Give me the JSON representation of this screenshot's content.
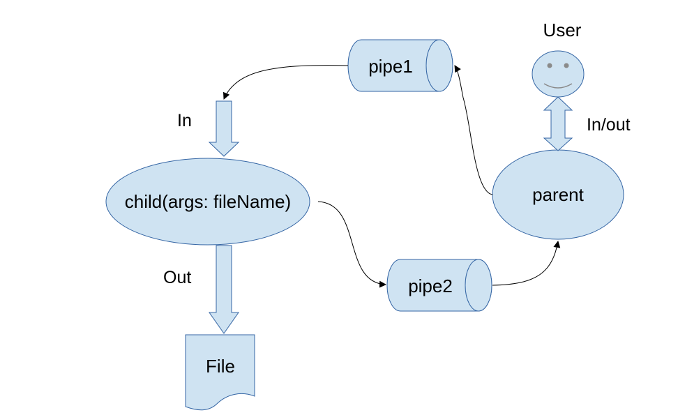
{
  "colors": {
    "shape_fill": "#cfe3f2",
    "shape_stroke": "#3465a4",
    "edge": "#000000",
    "face_feature": "#8a8a8a",
    "background": "#ffffff"
  },
  "nodes": {
    "pipe1": {
      "label": "pipe1",
      "shape": "cylinder"
    },
    "pipe2": {
      "label": "pipe2",
      "shape": "cylinder"
    },
    "child": {
      "label": "child(args: fileName)",
      "shape": "ellipse"
    },
    "parent": {
      "label": "parent",
      "shape": "ellipse"
    },
    "file": {
      "label": "File",
      "shape": "document"
    },
    "user": {
      "label": "User",
      "shape": "smiley-icon"
    }
  },
  "edge_labels": {
    "in": "In",
    "out": "Out",
    "in_out": "In/out"
  },
  "edges": [
    {
      "from": "pipe1",
      "to": "child",
      "type": "curved-arrow"
    },
    {
      "from": "child",
      "to": "pipe2",
      "type": "curved-arrow"
    },
    {
      "from": "pipe2",
      "to": "parent",
      "type": "curved-arrow"
    },
    {
      "from": "parent",
      "to": "pipe1",
      "type": "curved-arrow"
    },
    {
      "from": "child",
      "to": "file",
      "type": "block-arrow",
      "label": "Out"
    },
    {
      "from": "user",
      "to": "parent",
      "type": "double-block-arrow",
      "label": "In/out"
    }
  ]
}
